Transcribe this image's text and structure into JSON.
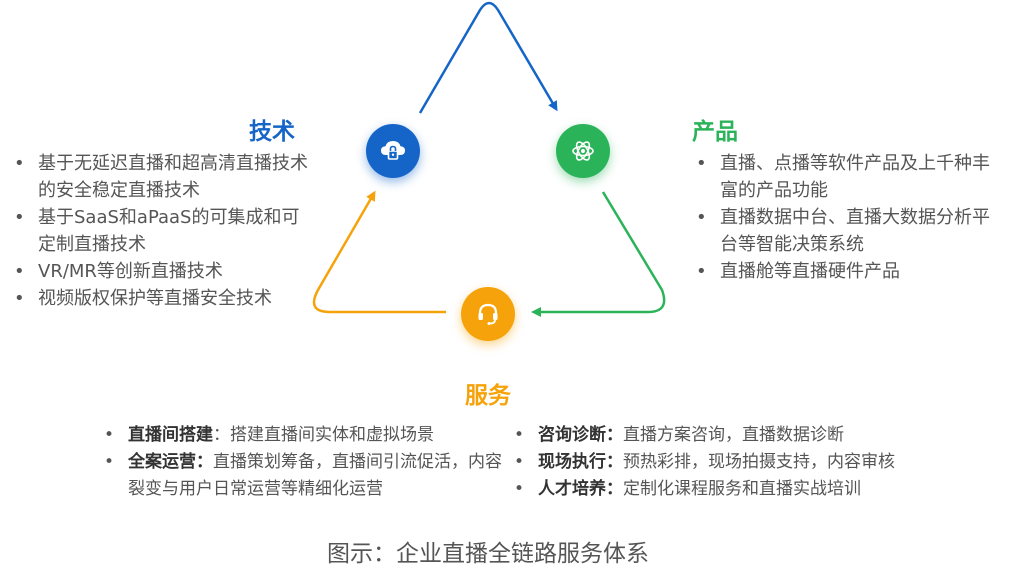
{
  "colors": {
    "tech": "#1565c8",
    "product": "#2bb35a",
    "service": "#f6a30b",
    "text": "#555555"
  },
  "tech": {
    "title": "技术",
    "icon": "cloud-lock-icon",
    "items": [
      "基于无延迟直播和超高清直播技术的安全稳定直播技术",
      "基于SaaS和aPaaS的可集成和可定制直播技术",
      "VR/MR等创新直播技术",
      "视频版权保护等直播安全技术"
    ]
  },
  "product": {
    "title": "产品",
    "icon": "atom-icon",
    "items": [
      "直播、点播等软件产品及上千种丰富的产品功能",
      "直播数据中台、直播大数据分析平台等智能决策系统",
      "直播舱等直播硬件产品"
    ]
  },
  "service": {
    "title": "服务",
    "icon": "headset-icon",
    "left": [
      {
        "label": "直播间搭建",
        "sep": "：",
        "text": "搭建直播间实体和虚拟场景"
      },
      {
        "label": "全案运营：",
        "sep": "",
        "text": "直播策划筹备，直播间引流促活，内容裂变与用户日常运营等精细化运营"
      }
    ],
    "right": [
      {
        "label": "咨询诊断：",
        "sep": "",
        "text": "直播方案咨询，直播数据诊断"
      },
      {
        "label": "现场执行：",
        "sep": "",
        "text": "预热彩排，现场拍摄支持，内容审核"
      },
      {
        "label": "人才培养：",
        "sep": "",
        "text": "定制化课程服务和直播实战培训"
      }
    ]
  },
  "caption": "图示：企业直播全链路服务体系"
}
